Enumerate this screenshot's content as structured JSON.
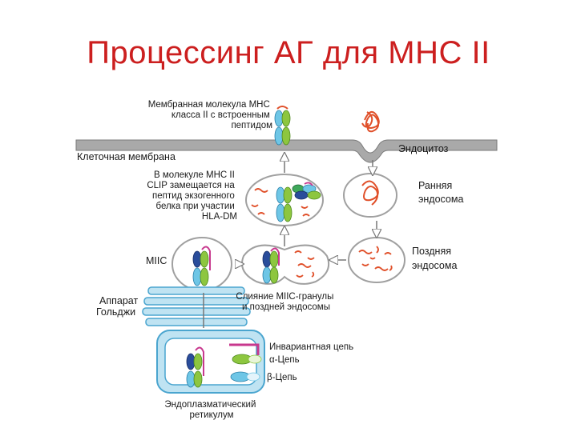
{
  "title": "Процессинг АГ для МНС II",
  "labels": {
    "membrane_mhc": [
      "Мембранная молекула МНС",
      "класса II с встроенным",
      "пептидом"
    ],
    "cell_membrane": "Клеточная мембрана",
    "endocytosis": "Эндоцитоз",
    "clip_replace": [
      "В молекуле МНС II",
      "CLIP замещается на",
      "пептид экзогенного",
      "белка при участии",
      "HLA-DM"
    ],
    "early_endosome": [
      "Ранняя",
      "эндосома"
    ],
    "miic": "MIIC",
    "late_endosome": [
      "Поздняя",
      "эндосома"
    ],
    "golgi": [
      "Аппарат",
      "Гольджи"
    ],
    "fusion": [
      "Слияние MIIC-гранулы",
      "и поздней эндосомы"
    ],
    "invariant_chain": "Инвариантная цепь",
    "alpha_chain": "α-Цепь",
    "beta_chain": "β-Цепь",
    "er": [
      "Эндоплазматический",
      "ретикулум"
    ]
  },
  "colors": {
    "title": "#cc1f1f",
    "membrane": "#8a8a8a",
    "peptide": "#e0502a",
    "invariant": "#c8388e",
    "alpha": "#8dc63f",
    "beta": "#6ec6e6",
    "dark_blue": "#2a4d9b",
    "er_fill": "#bfe3f2",
    "er_stroke": "#4aa5cf"
  }
}
